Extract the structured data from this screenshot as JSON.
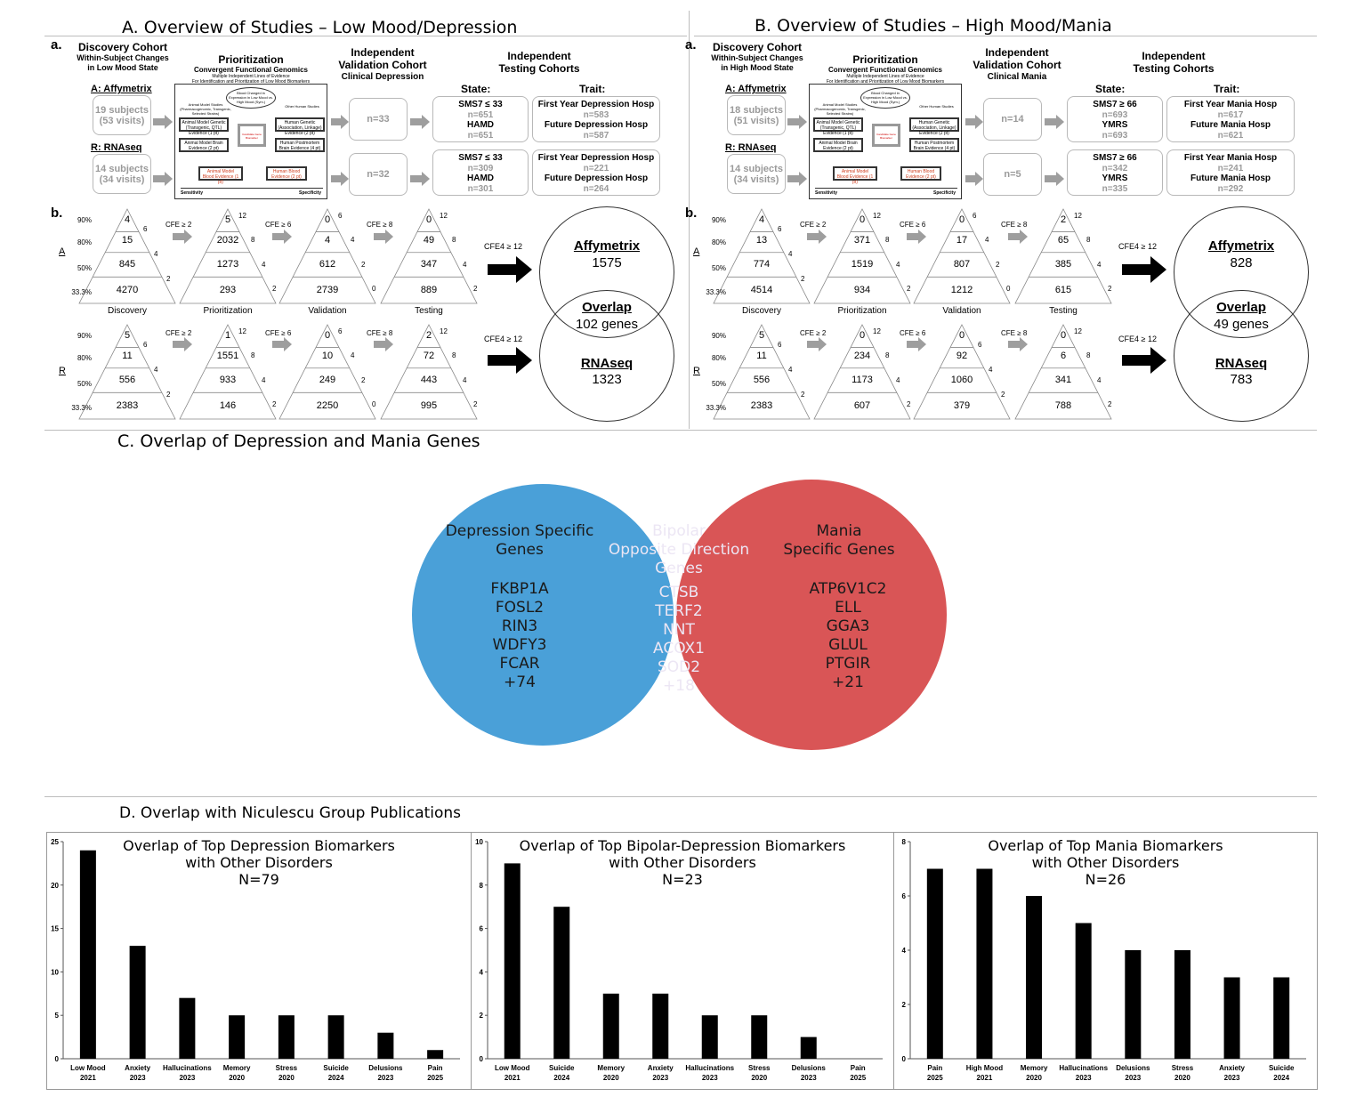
{
  "panelA": {
    "title": "A. Overview of Studies – Low Mood/Depression",
    "a_label": "a.",
    "discovery_title": "Discovery Cohort",
    "discovery_sub1": "Within-Subject Changes",
    "discovery_sub2": "in Low Mood State",
    "affy_label": "A: Affymetrix",
    "affy_subjects": "19 subjects",
    "affy_visits": "(53 visits)",
    "rna_label": "R: RNAseq",
    "rna_subjects": "14 subjects",
    "rna_visits": "(34 visits)",
    "prior_title": "Prioritization",
    "prior_sub1": "Convergent Functional Genomics",
    "prior_sub2": "Multiple Independent Lines of Evidence",
    "prior_sub3": "For Identification and Prioritization of Low Mood Biomarkers",
    "val_title1": "Independent",
    "val_title2": "Validation Cohort",
    "val_title3": "Clinical Depression",
    "val_n_a": "n=33",
    "val_n_r": "n=32",
    "test_title1": "Independent",
    "test_title2": "Testing Cohorts",
    "state_label": "State:",
    "trait_label": "Trait:",
    "state_a_1": "SMS7 ≤ 33",
    "state_a_1n": "n=651",
    "state_a_2": "HAMD",
    "state_a_2n": "n=651",
    "state_r_1": "SMS7 ≤ 33",
    "state_r_1n": "n=309",
    "state_r_2": "HAMD",
    "state_r_2n": "n=301",
    "trait_a_1": "First Year Depression Hosp",
    "trait_a_1n": "n=583",
    "trait_a_2": "Future Depression Hosp",
    "trait_a_2n": "n=587",
    "trait_r_1": "First Year Depression Hosp",
    "trait_r_1n": "n=221",
    "trait_r_2": "Future Depression Hosp",
    "trait_r_2n": "n=264",
    "b_label": "b.",
    "row_a": "A",
    "row_r": "R",
    "pyr_a": [
      {
        "top": "4",
        "rows": [
          "15",
          "845",
          "4270"
        ],
        "sides": [
          "6",
          "4",
          "2"
        ],
        "caption": "Discovery"
      },
      {
        "top": "5",
        "rows": [
          "2032",
          "1273",
          "293"
        ],
        "sides": [
          "12",
          "8",
          "4",
          "2"
        ],
        "caption": "Prioritization"
      },
      {
        "top": "0",
        "rows": [
          "4",
          "612",
          "2739"
        ],
        "sides": [
          "6",
          "4",
          "2",
          "0"
        ],
        "caption": "Validation"
      },
      {
        "top": "0",
        "rows": [
          "49",
          "347",
          "889"
        ],
        "sides": [
          "12",
          "8",
          "4",
          "2"
        ],
        "caption": "Testing"
      }
    ],
    "pyr_r": [
      {
        "top": "5",
        "rows": [
          "11",
          "556",
          "2383"
        ],
        "sides": [
          "6",
          "4",
          "2"
        ]
      },
      {
        "top": "1",
        "rows": [
          "1551",
          "933",
          "146"
        ],
        "sides": [
          "12",
          "8",
          "4",
          "2"
        ]
      },
      {
        "top": "0",
        "rows": [
          "10",
          "249",
          "2250"
        ],
        "sides": [
          "6",
          "4",
          "2",
          "0"
        ]
      },
      {
        "top": "2",
        "rows": [
          "72",
          "443",
          "995"
        ],
        "sides": [
          "12",
          "8",
          "4",
          "2"
        ]
      }
    ],
    "pcts": [
      "90%",
      "80%",
      "50%",
      "33.3%"
    ],
    "cfe": [
      "CFE ≥ 2",
      "CFE ≥ 6",
      "CFE ≥ 8"
    ],
    "cfe4": "CFE4 ≥ 12",
    "circle_top_label": "Affymetrix",
    "circle_top_value": "1575",
    "overlap_label": "Overlap",
    "overlap_value": "102 genes",
    "circle_bot_label": "RNAseq",
    "circle_bot_value": "1323"
  },
  "panelB": {
    "title": "B. Overview of Studies – High Mood/Mania",
    "a_label": "a.",
    "discovery_title": "Discovery Cohort",
    "discovery_sub1": "Within-Subject Changes",
    "discovery_sub2": "in High Mood State",
    "affy_label": "A: Affymetrix",
    "affy_subjects": "18 subjects",
    "affy_visits": "(51 visits)",
    "rna_label": "R: RNAseq",
    "rna_subjects": "14 subjects",
    "rna_visits": "(34 visits)",
    "prior_title": "Prioritization",
    "prior_sub1": "Convergent Functional Genomics",
    "prior_sub2": "Multiple Independent Lines of Evidence",
    "prior_sub3": "For Identification and Prioritization of Low Mood Biomarkers",
    "val_title1": "Independent",
    "val_title2": "Validation Cohort",
    "val_title3": "Clinical Mania",
    "val_n_a": "n=14",
    "val_n_r": "n=5",
    "test_title1": "Independent",
    "test_title2": "Testing Cohorts",
    "state_label": "State:",
    "trait_label": "Trait:",
    "state_a_1": "SMS7 ≥ 66",
    "state_a_1n": "n=693",
    "state_a_2": "YMRS",
    "state_a_2n": "n=693",
    "state_r_1": "SMS7 ≥ 66",
    "state_r_1n": "n=342",
    "state_r_2": "YMRS",
    "state_r_2n": "n=335",
    "trait_a_1": "First Year Mania Hosp",
    "trait_a_1n": "n=617",
    "trait_a_2": "Future Mania Hosp",
    "trait_a_2n": "n=621",
    "trait_r_1": "First Year Mania Hosp",
    "trait_r_1n": "n=241",
    "trait_r_2": "Future Mania Hosp",
    "trait_r_2n": "n=292",
    "b_label": "b.",
    "row_a": "A",
    "row_r": "R",
    "pyr_a": [
      {
        "top": "4",
        "rows": [
          "13",
          "774",
          "4514"
        ],
        "sides": [
          "6",
          "4",
          "2"
        ],
        "caption": "Discovery"
      },
      {
        "top": "0",
        "rows": [
          "371",
          "1519",
          "934"
        ],
        "sides": [
          "12",
          "8",
          "4",
          "2"
        ],
        "caption": "Prioritization"
      },
      {
        "top": "0",
        "rows": [
          "17",
          "807",
          "1212"
        ],
        "sides": [
          "6",
          "4",
          "2",
          "0"
        ],
        "caption": "Validation"
      },
      {
        "top": "2",
        "rows": [
          "65",
          "385",
          "615"
        ],
        "sides": [
          "12",
          "8",
          "4",
          "2"
        ],
        "caption": "Testing"
      }
    ],
    "pyr_r": [
      {
        "top": "5",
        "rows": [
          "11",
          "556",
          "2383"
        ],
        "sides": [
          "6",
          "4",
          "2"
        ]
      },
      {
        "top": "0",
        "rows": [
          "234",
          "1173",
          "607"
        ],
        "sides": [
          "12",
          "8",
          "4",
          "2"
        ]
      },
      {
        "top": "0",
        "rows": [
          "92",
          "1060",
          "379"
        ],
        "sides": [
          "6",
          "4",
          "2"
        ]
      },
      {
        "top": "0",
        "rows": [
          "6",
          "341",
          "788"
        ],
        "sides": [
          "12",
          "8",
          "4",
          "2"
        ]
      }
    ],
    "pcts": [
      "90%",
      "80%",
      "50%",
      "33.3%"
    ],
    "cfe": [
      "CFE ≥ 2",
      "CFE ≥ 6",
      "CFE ≥ 8"
    ],
    "cfe4": "CFE4 ≥ 12",
    "circle_top_label": "Affymetrix",
    "circle_top_value": "828",
    "overlap_label": "Overlap",
    "overlap_value": "49 genes",
    "circle_bot_label": "RNAseq",
    "circle_bot_value": "783"
  },
  "mini": {
    "blood": "Blood Changed in Expression in Low Mood vs. High Mood (Sym.)",
    "animal_title": "Animal Model Studies (Pharmacogenomic, Transgenic, Selected Strains)",
    "other_title": "Other Human Studies",
    "animal_gen": "Animal Model Genetic (Transgenic, QTL) Evidence (1 pt)",
    "human_gen": "Human Genetic (Association, Linkage) Evidence (2 pt)",
    "animal_brain": "Animal Model Brain Evidence (2 pt)",
    "human_brain": "Human Postmortem Brain Evidence (4 pt)",
    "center": "Candidate Gene Biomarker",
    "animal_blood": "Animal Model Blood Evidence (1 pt)",
    "human_blood": "Human Blood Evidence (2 pt)",
    "sensitivity": "Sensitivity",
    "specificity": "Specificity"
  },
  "panelC": {
    "title": "C. Overlap of Depression and Mania Genes",
    "left_title": [
      "Depression Specific",
      "Genes"
    ],
    "left_genes": [
      "FKBP1A",
      "FOSL2",
      "RIN3",
      "WDFY3",
      "FCAR",
      "+74"
    ],
    "mid_title": [
      "Bipolar",
      "Opposite Direction",
      "Genes"
    ],
    "mid_genes": [
      "CTSB",
      "TERF2",
      "NNT",
      "ACOX1",
      "SOD2",
      "+18"
    ],
    "right_title": [
      "Mania",
      "Specific Genes"
    ],
    "right_genes": [
      "ATP6V1C2",
      "ELL",
      "GGA3",
      "GLUL",
      "PTGIR",
      "+21"
    ],
    "colors": {
      "left": "#4aa0d8",
      "right": "#d95556",
      "overlap": "#5f3f8c"
    }
  },
  "panelD": {
    "title": "D.  Overlap with Niculescu Group Publications"
  },
  "chart_data": [
    {
      "type": "bar",
      "title": [
        "Overlap of Top Depression Biomarkers",
        "with Other Disorders",
        "N=79"
      ],
      "categories": [
        [
          "Low Mood",
          "2021"
        ],
        [
          "Anxiety",
          "2023"
        ],
        [
          "Hallucinations",
          "2023"
        ],
        [
          "Memory",
          "2020"
        ],
        [
          "Stress",
          "2020"
        ],
        [
          "Suicide",
          "2024"
        ],
        [
          "Delusions",
          "2023"
        ],
        [
          "Pain",
          "2025"
        ]
      ],
      "values": [
        24,
        13,
        7,
        5,
        5,
        5,
        3,
        1
      ],
      "ylim": [
        0,
        25
      ],
      "yticks": [
        "0",
        "5",
        "10",
        "15",
        "20",
        "25"
      ],
      "xlabel": "",
      "ylabel": ""
    },
    {
      "type": "bar",
      "title": [
        "Overlap of Top Bipolar-Depression Biomarkers",
        "with Other Disorders",
        "N=23"
      ],
      "categories": [
        [
          "Low Mood",
          "2021"
        ],
        [
          "Suicide",
          "2024"
        ],
        [
          "Memory",
          "2020"
        ],
        [
          "Anxiety",
          "2023"
        ],
        [
          "Hallucinations",
          "2023"
        ],
        [
          "Stress",
          "2020"
        ],
        [
          "Delusions",
          "2023"
        ],
        [
          "Pain",
          "2025"
        ]
      ],
      "values": [
        9,
        7,
        3,
        3,
        2,
        2,
        1,
        0
      ],
      "ylim": [
        0,
        10
      ],
      "yticks": [
        "0",
        "2",
        "4",
        "6",
        "8",
        "10"
      ],
      "xlabel": "",
      "ylabel": ""
    },
    {
      "type": "bar",
      "title": [
        "Overlap of Top Mania Biomarkers",
        "with Other Disorders",
        "N=26"
      ],
      "categories": [
        [
          "Pain",
          "2025"
        ],
        [
          "High Mood",
          "2021"
        ],
        [
          "Memory",
          "2020"
        ],
        [
          "Hallucinations",
          "2023"
        ],
        [
          "Delusions",
          "2023"
        ],
        [
          "Stress",
          "2020"
        ],
        [
          "Anxiety",
          "2023"
        ],
        [
          "Suicide",
          "2024"
        ]
      ],
      "values": [
        7,
        7,
        6,
        5,
        4,
        4,
        3,
        3
      ],
      "ylim": [
        0,
        8
      ],
      "yticks": [
        "0",
        "2",
        "4",
        "6",
        "8"
      ],
      "xlabel": "",
      "ylabel": ""
    }
  ]
}
